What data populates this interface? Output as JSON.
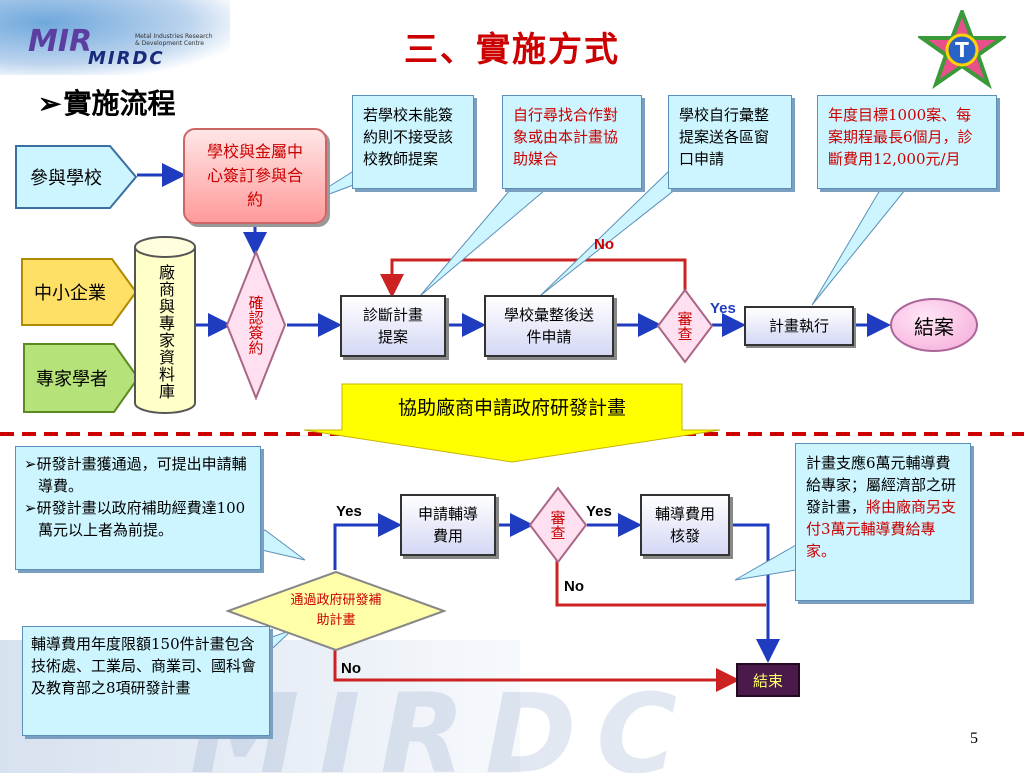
{
  "logo": {
    "brand": "MIRDC",
    "mark_text": "MIR",
    "tagline": "Metal Industries Research & Development Centre"
  },
  "title": "三、實施方式",
  "subtitle": "實施流程",
  "subtitle_bullet": "➢",
  "top_flow": {
    "participant_school": "參與學校",
    "sme": "中小企業",
    "experts": "專家學者",
    "sign_contract": "學校與金屬中心簽訂參與合約",
    "database": "廠商與專家資料庫",
    "confirm_sign": "確認簽約",
    "diagnosis": "診斷計畫提案",
    "school_compile": "學校彙整後送件申請",
    "review": "審查",
    "execute": "計畫執行",
    "end": "結案",
    "yes": "Yes",
    "no": "No"
  },
  "callouts": {
    "c1": "若學校未能簽約則不接受該校教師提案",
    "c2": "自行尋找合作對象或由本計畫協助媒合",
    "c3": "學校自行彙整提案送各區窗口申請",
    "c4": "年度目標1000案、每案期程最長6個月，診斷費用12,000元/月"
  },
  "banner": "協助廠商申請政府研發計畫",
  "bottom_flow": {
    "left_info": [
      "➢研發計畫獲通過，可提出申請輔導費。",
      "➢研發計畫以政府補助經費達100萬元以上者為前提。"
    ],
    "decision": "通過政府研發補助計畫",
    "apply_fee": "申請輔導費用",
    "review": "審查",
    "approve_fee": "輔導費用核發",
    "end": "結束",
    "yes1": "Yes",
    "yes2": "Yes",
    "no1": "No",
    "no2": "No",
    "right_info_black": "計畫支應6萬元輔導費給專家；屬經濟部之研發計畫，",
    "right_info_red": "將由廠商另支付3萬元輔導費給專家。",
    "bottom_info": "輔導費用年度限額150件計畫包含技術處、工業局、商業司、國科會及教育部之8項研發計畫"
  },
  "page_number": "5",
  "colors": {
    "title": "#cc0000",
    "callout_bg": "#ccf5ff",
    "arrow_blue": "#1f3bbf",
    "arrow_red": "#cc2222",
    "banner": "#ffff00",
    "dash": "#cc0000"
  }
}
